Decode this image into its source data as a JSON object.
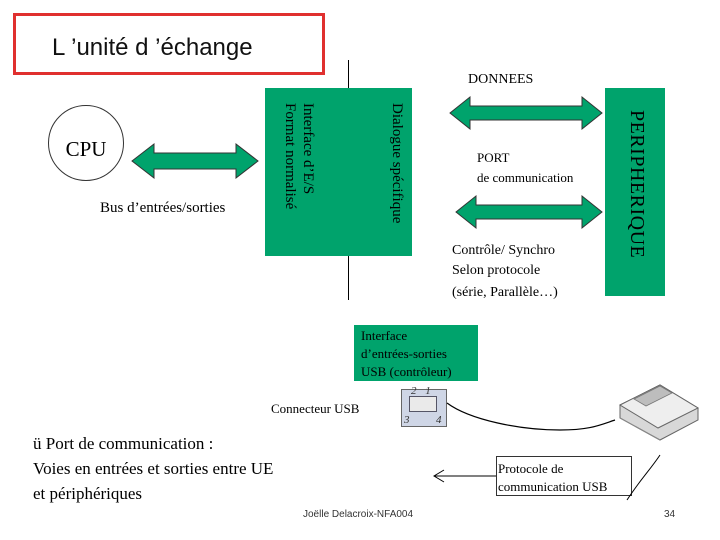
{
  "title": "L ’unité d ’échange",
  "colors": {
    "accent_green": "#00a36c",
    "title_border": "#e0302f"
  },
  "cpu": {
    "label": "CPU"
  },
  "bus": {
    "label": "Bus d’entrées/sorties"
  },
  "interface": {
    "line1": "Interface d’E/S",
    "line2": "Format normalisé",
    "dialogue": "Dialogue spécifique"
  },
  "donnees": "DONNEES",
  "port": {
    "line1": "PORT",
    "line2": "de communication"
  },
  "controle": {
    "line1": "Contrôle/ Synchro",
    "line2": "Selon protocole",
    "line3": " (série, Parallèle…)"
  },
  "peripherique": "PERIPHERIQUE",
  "usb_controller": {
    "line1": "Interface",
    "line2": "d’entrées-sorties",
    "line3": "USB (contrôleur)"
  },
  "connecteur": "Connecteur USB",
  "usb_pins": {
    "top": "2 1",
    "bottom_left": "3",
    "bottom_right": "4"
  },
  "bullet": {
    "line1": "ü Port de communication :",
    "line2": "Voies en entrées et sorties entre UE",
    "line3": "et périphériques"
  },
  "protocole": {
    "line1": "Protocole de",
    "line2": "communication USB"
  },
  "footer": "Joëlle Delacroix-NFA004",
  "page_number": "34",
  "icons": [
    "double-arrow-icon",
    "usb-port-icon",
    "printer-icon"
  ]
}
